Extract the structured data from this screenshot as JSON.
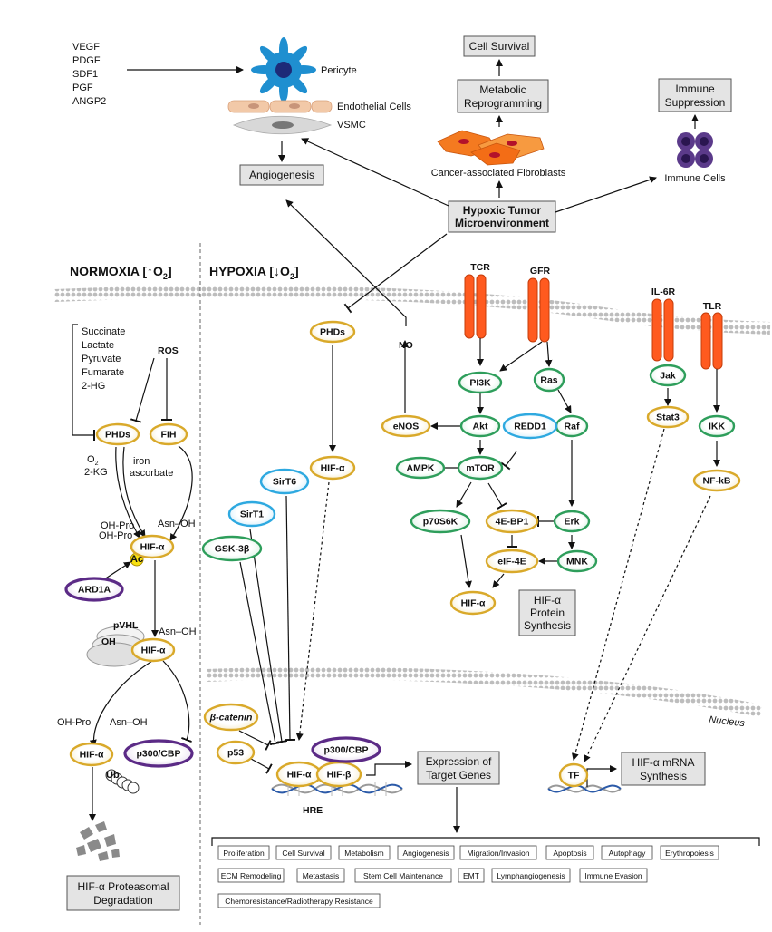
{
  "factors": [
    "VEGF",
    "PDGF",
    "SDF1",
    "PGF",
    "ANGP2"
  ],
  "cells": {
    "pericyte": "Pericyte",
    "endothelial": "Endothelial Cells",
    "vsmc": "VSMC",
    "caf": "Cancer-associated Fibroblasts",
    "immune": "Immune Cells"
  },
  "boxes": {
    "angiogenesis": "Angiogenesis",
    "cell_survival": "Cell Survival",
    "metabolic_1": "Metabolic",
    "metabolic_2": "Reprogramming",
    "immune_1": "Immune",
    "immune_2": "Suppression",
    "hypoxic_1": "Hypoxic Tumor",
    "hypoxic_2": "Microenvironment",
    "expression_1": "Expression of",
    "expression_2": "Target Genes",
    "mrna_1": "HIF-α mRNA",
    "mrna_2": "Synthesis",
    "protein_1": "HIF-α",
    "protein_2": "Protein",
    "protein_3": "Synthesis",
    "degradation_1": "HIF-α Proteasomal",
    "degradation_2": "Degradation"
  },
  "headers": {
    "normoxia": "NORMOXIA [↑O",
    "hypoxia": "HYPOXIA [↓O",
    "o2_sub": "2",
    "o2_close": "]"
  },
  "metabolites": [
    "Succinate",
    "Lactate",
    "Pyruvate",
    "Fumarate",
    "2-HG"
  ],
  "labels": {
    "ros": "ROS",
    "o2": "O",
    "o2_sub": "2",
    "two_kg": "2-KG",
    "iron": "iron",
    "ascorbate": "ascorbate",
    "oh_pro": "OH-Pro",
    "asn_oh": "Asn–OH",
    "pvhl": "pVHL",
    "oh": "OH",
    "ac": "Ac",
    "ub": "Ub",
    "nucleus": "Nucleus",
    "hre": "HRE",
    "no": "NO",
    "tcr": "TCR",
    "gfr": "GFR",
    "il6r": "IL-6R",
    "tlr": "TLR"
  },
  "nodes": {
    "phds_normoxia": "PHDs",
    "fih": "FIH",
    "hif_a": "HIF-α",
    "ard1a": "ARD1A",
    "p300cbp": "p300/CBP",
    "phds_hypoxia": "PHDs",
    "pi3k": "PI3K",
    "ras": "Ras",
    "akt": "Akt",
    "raf": "Raf",
    "redd1": "REDD1",
    "enos": "eNOS",
    "ampk": "AMPK",
    "mtor": "mTOR",
    "p70s6k": "p70S6K",
    "4ebp1": "4E-BP1",
    "erk": "Erk",
    "eif4e": "eIF-4E",
    "mnk": "MNK",
    "jak": "Jak",
    "stat3": "Stat3",
    "ikk": "IKK",
    "nfkb": "NF-kB",
    "sirt6": "SirT6",
    "sirt1": "SirT1",
    "gsk3b": "GSK-3β",
    "b_catenin": "β-catenin",
    "p53": "p53",
    "hif_b": "HIF-β",
    "tf": "TF"
  },
  "outcomes": [
    [
      "Proliferation",
      "Cell Survival",
      "Metabolism",
      "Angiogenesis",
      "Migration/Invasion",
      "Apoptosis",
      "Autophagy",
      "Erythropoiesis"
    ],
    [
      "ECM Remodeling",
      "Metastasis",
      "Stem Cell Maintenance",
      "EMT",
      "Lymphangiogenesis",
      "Immune Evasion"
    ],
    [
      "Chemoresistance/Radiotherapy Resistance"
    ]
  ],
  "colors": {
    "green": "#2e9e5b",
    "yellow": "#d9a92a",
    "blue": "#2ea9e0",
    "purple": "#5b2a86",
    "receptor": "#ff5a1f",
    "fibroblast": "#f47a20",
    "pericyte": "#1f8fd0",
    "immune": "#5b3a8a"
  }
}
